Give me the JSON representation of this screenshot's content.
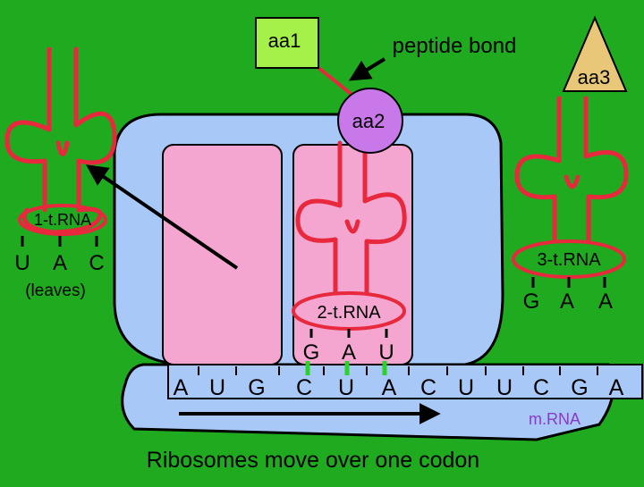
{
  "labels": {
    "aa1": "aa1",
    "aa2": "aa2",
    "aa3": "aa3",
    "peptide_bond": "peptide bond",
    "trna1": "1-t.RNA",
    "trna2": "2-t.RNA",
    "trna3": "3-t.RNA",
    "leaves": "(leaves)",
    "mrna": "m.RNA",
    "caption": "Ribosomes move over one codon"
  },
  "anticodons": {
    "trna1": [
      "U",
      "A",
      "C"
    ],
    "trna2": [
      "G",
      "A",
      "U"
    ],
    "trna3": [
      "G",
      "A",
      "A"
    ]
  },
  "mrna_bases": [
    "A",
    "U",
    "G",
    "C",
    "U",
    "A",
    "C",
    "U",
    "U",
    "C",
    "G",
    "A"
  ],
  "colors": {
    "background": "#1faa1f",
    "ribosome": "#a8c8f8",
    "site": "#f4a6d0",
    "trna": "#e8283c",
    "aa1": "#a6f04a",
    "aa2": "#c878e8",
    "aa3": "#e8c878",
    "mrna_text": "#8a3ac8"
  }
}
